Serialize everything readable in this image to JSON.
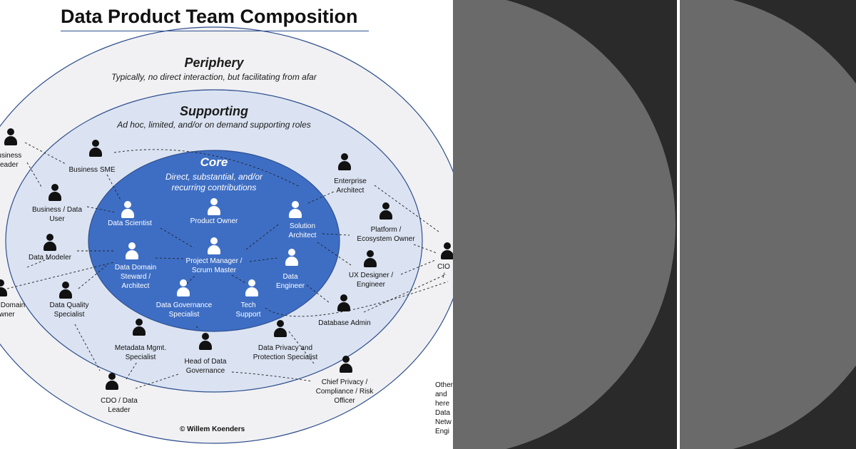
{
  "title": "Data Product Team Composition",
  "zones": {
    "periphery": {
      "title": "Periphery",
      "subtitle": "Typically, no direct interaction, but facilitating from afar"
    },
    "supporting": {
      "title": "Supporting",
      "subtitle": "Ad hoc, limited, and/or on demand supporting roles"
    },
    "core": {
      "title": "Core",
      "subtitle": "Direct, substantial, and/or recurring contributions"
    }
  },
  "roles": {
    "product_owner": "Product Owner",
    "data_scientist": "Data Scientist",
    "solution_architect": "Solution\nArchitect",
    "project_manager": "Project Manager /\nScrum Master",
    "data_domain_steward": "Data Domain\nSteward /\nArchitect",
    "data_engineer": "Data\nEngineer",
    "data_governance_specialist": "Data Governance\nSpecialist",
    "tech_support": "Tech\nSupport",
    "business_sme": "Business SME",
    "business_data_user": "Business / Data\nUser",
    "data_modeler": "Data Modeler",
    "data_quality_specialist": "Data Quality\nSpecialist",
    "metadata_mgmt_specialist": "Metadata Mgmt.\nSpecialist",
    "head_of_data_governance": "Head of Data\nGovernance",
    "data_privacy_specialist": "Data Privacy and\nProtection Specialist",
    "database_admin": "Database Admin",
    "ux_designer": "UX Designer /\nEngineer",
    "platform_owner": "Platform /\nEcosystem Owner",
    "enterprise_architect": "Enterprise\nArchitect",
    "business_leader": "Business\nLeader",
    "data_domain_owner": "Data Domain\nOwner",
    "cdo": "CDO / Data\nLeader",
    "chief_privacy": "Chief Privacy /\nCompliance / Risk\nOfficer",
    "cio": "CIO / "
  },
  "copyright": "© Willem Koenders",
  "other_note": "Other\nand\nhere\nData\nNetw\nEngi",
  "colors": {
    "periphery_fill": "#f1f1f3",
    "supporting_fill": "#dbe3f2",
    "core_fill": "#3e6ec4",
    "outline": "#2f4f8f",
    "panel_bg": "#2a2a2a",
    "panel_disc": "#6a6a6a"
  }
}
